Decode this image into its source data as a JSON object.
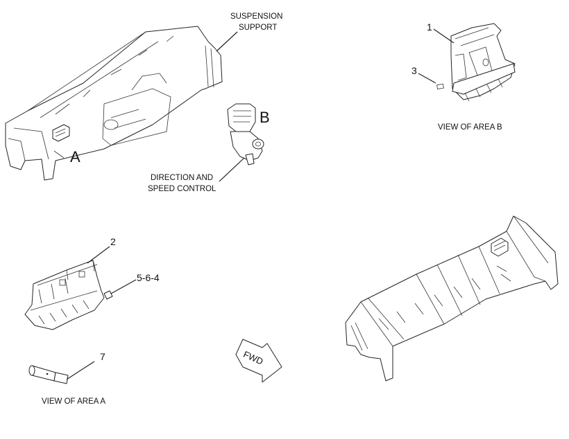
{
  "labels": {
    "suspension_support_line1": "SUSPENSION",
    "suspension_support_line2": "SUPPORT",
    "direction_speed_line1": "DIRECTION AND",
    "direction_speed_line2": "SPEED CONTROL",
    "area_a": "A",
    "area_b": "B",
    "view_area_b": "VIEW OF AREA B",
    "view_area_a": "VIEW OF AREA  A",
    "fwd": "FWD"
  },
  "callouts": {
    "c1": "1",
    "c2": "2",
    "c3": "3",
    "c564": "5-6-4",
    "c7": "7"
  }
}
